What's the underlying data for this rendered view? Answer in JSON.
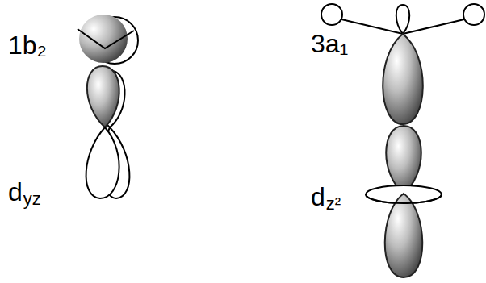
{
  "diagram": {
    "labels": [
      "1b₂",
      "3a₁",
      "d",
      "yz",
      "d",
      "z²"
    ]
  }
}
